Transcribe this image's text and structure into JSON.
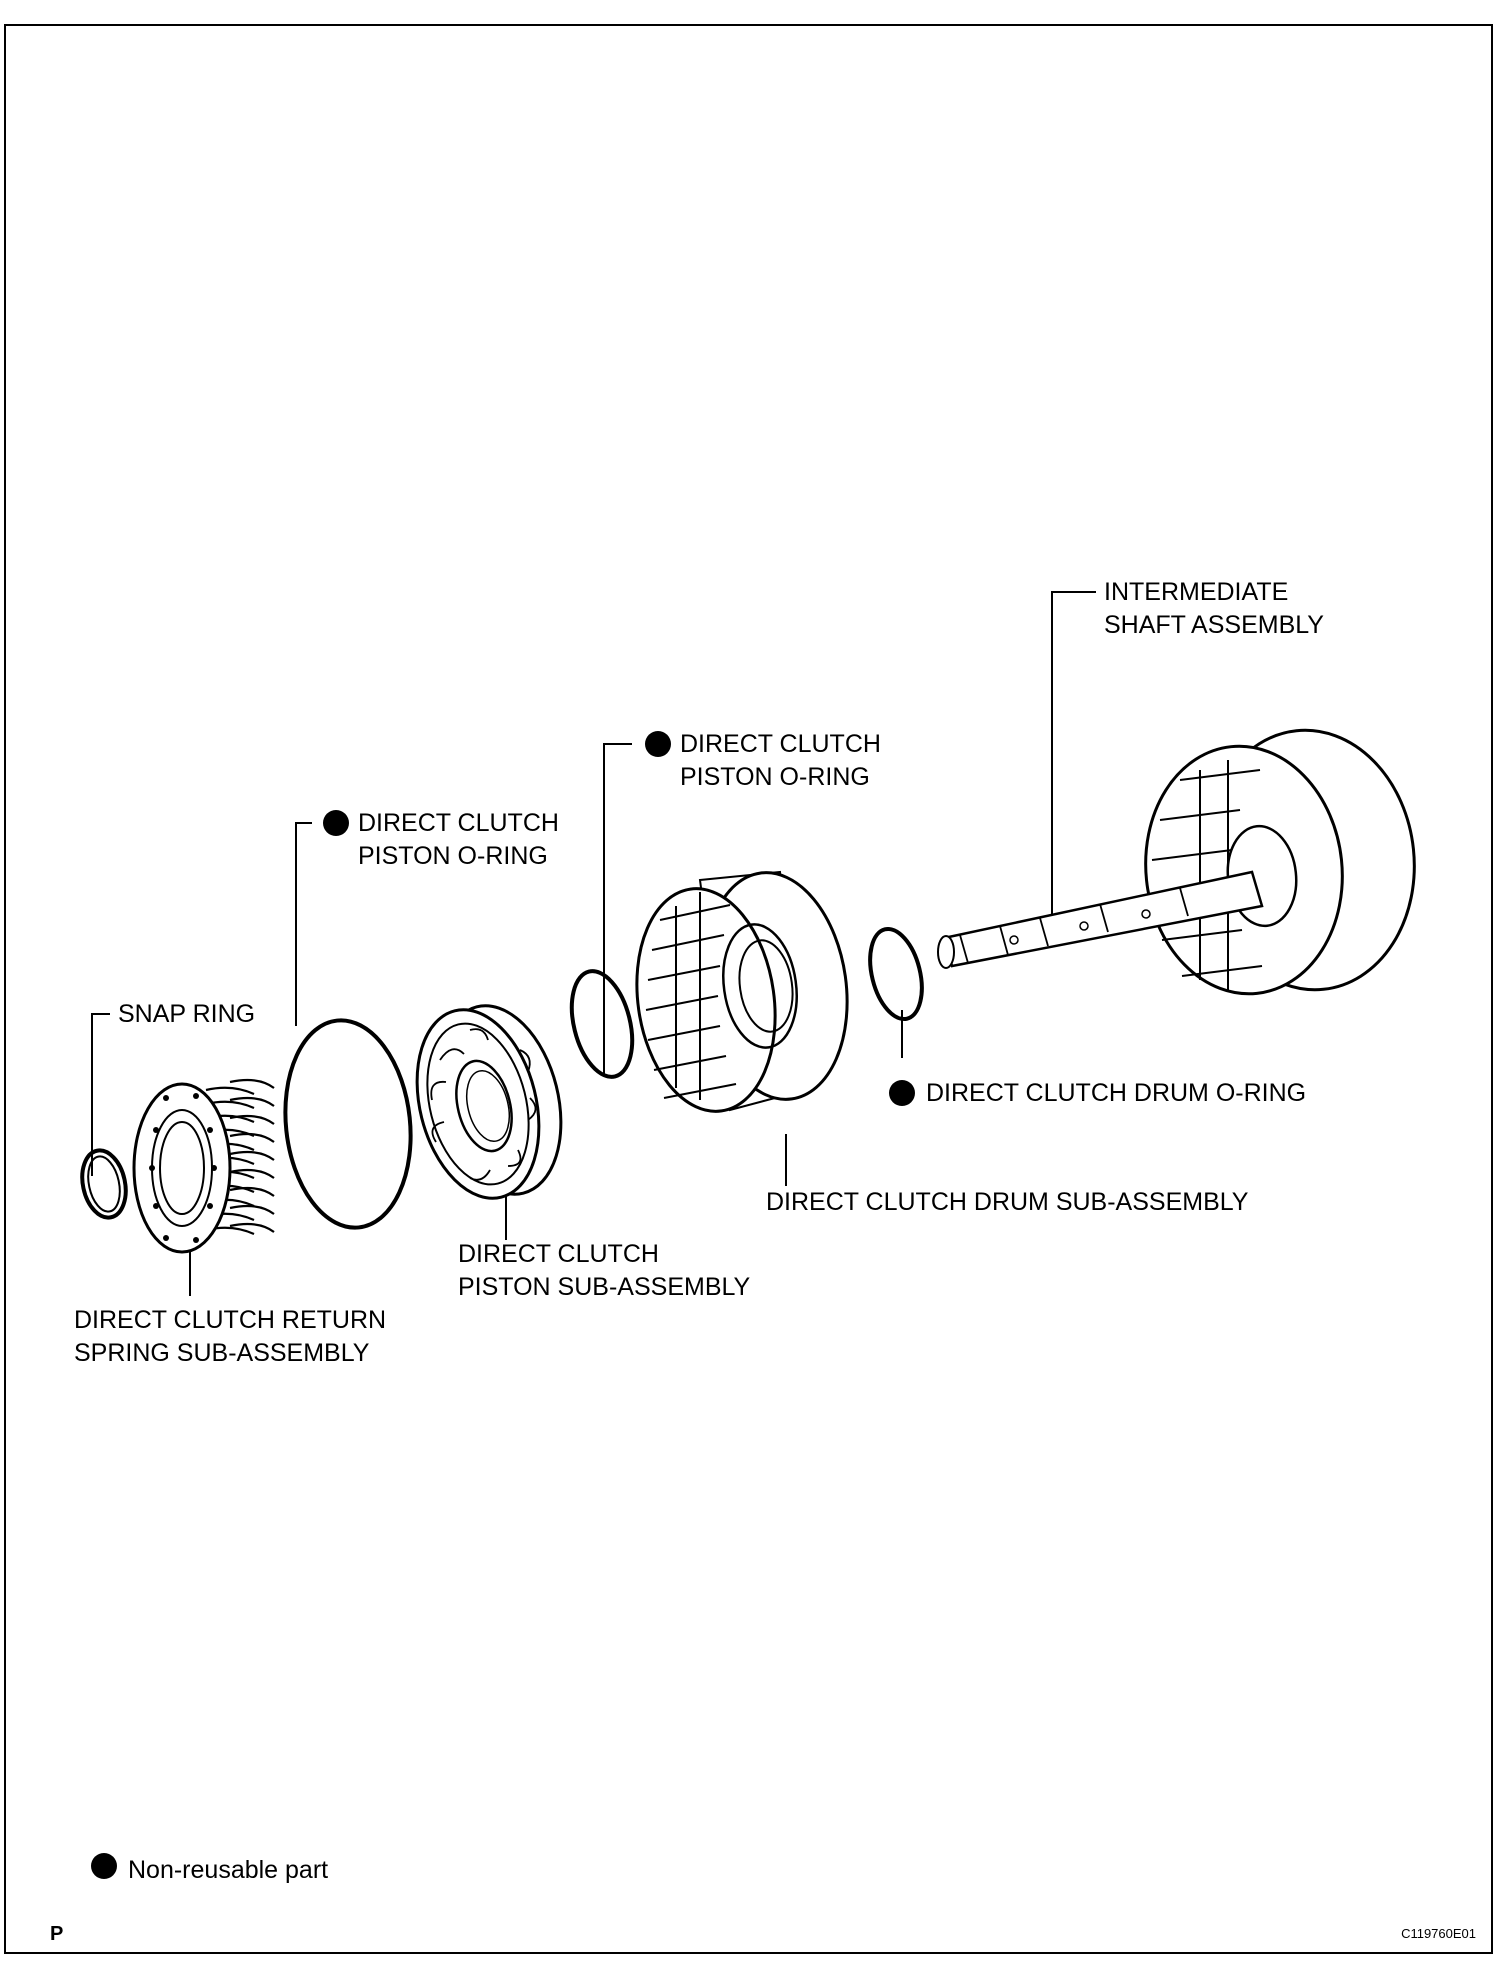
{
  "legend": {
    "symbol": "filled-circle",
    "text": "Non-reusable part"
  },
  "corner_letter": "P",
  "figure_code": "C119760E01",
  "labels": {
    "intermediate_shaft": [
      "INTERMEDIATE",
      "SHAFT ASSEMBLY"
    ],
    "piston_oring_right": [
      "DIRECT CLUTCH",
      "PISTON O-RING"
    ],
    "piston_oring_left": [
      "DIRECT CLUTCH",
      "PISTON O-RING"
    ],
    "snap_ring": [
      "SNAP RING"
    ],
    "drum_oring": [
      "DIRECT CLUTCH DRUM O-RING"
    ],
    "drum_sub_assembly": [
      "DIRECT CLUTCH DRUM SUB-ASSEMBLY"
    ],
    "piston_sub_assembly": [
      "DIRECT CLUTCH",
      "PISTON SUB-ASSEMBLY"
    ],
    "return_spring": [
      "DIRECT CLUTCH RETURN",
      "SPRING SUB-ASSEMBLY"
    ]
  },
  "non_reusable": {
    "piston_oring_right": true,
    "piston_oring_left": true,
    "drum_oring": true
  }
}
